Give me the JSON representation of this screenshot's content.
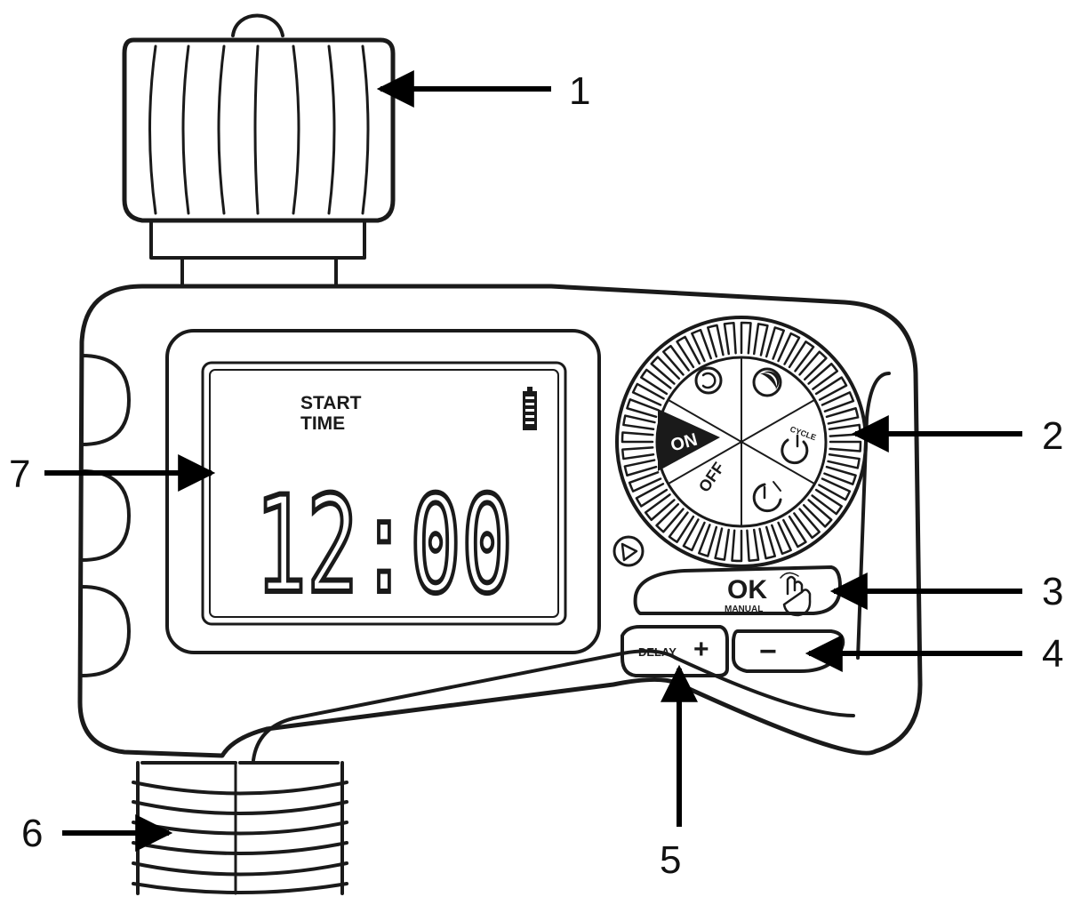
{
  "colors": {
    "line": "#1a1a1a",
    "paper": "#ffffff",
    "arrow": "#000000"
  },
  "display": {
    "label_line1": "START",
    "label_line2": "TIME",
    "time": "12:00",
    "battery_icon": "battery-icon"
  },
  "dial": {
    "on_label": "ON",
    "off_label": "OFF",
    "cycle_label": "CYCLE",
    "icons": [
      "refresh-icon",
      "moon-icon",
      "cycle-icon",
      "clock-icon"
    ]
  },
  "buttons": {
    "ok_label": "OK",
    "manual_label": "MANUAL",
    "delay_label": "DELAY",
    "plus_label": "+",
    "minus_label": "−",
    "hand_icon": "hand-press-icon",
    "rain_icon": "rain-sensor-icon"
  },
  "callouts": [
    {
      "number": "1"
    },
    {
      "number": "2"
    },
    {
      "number": "3"
    },
    {
      "number": "4"
    },
    {
      "number": "5"
    },
    {
      "number": "6"
    },
    {
      "number": "7"
    }
  ]
}
